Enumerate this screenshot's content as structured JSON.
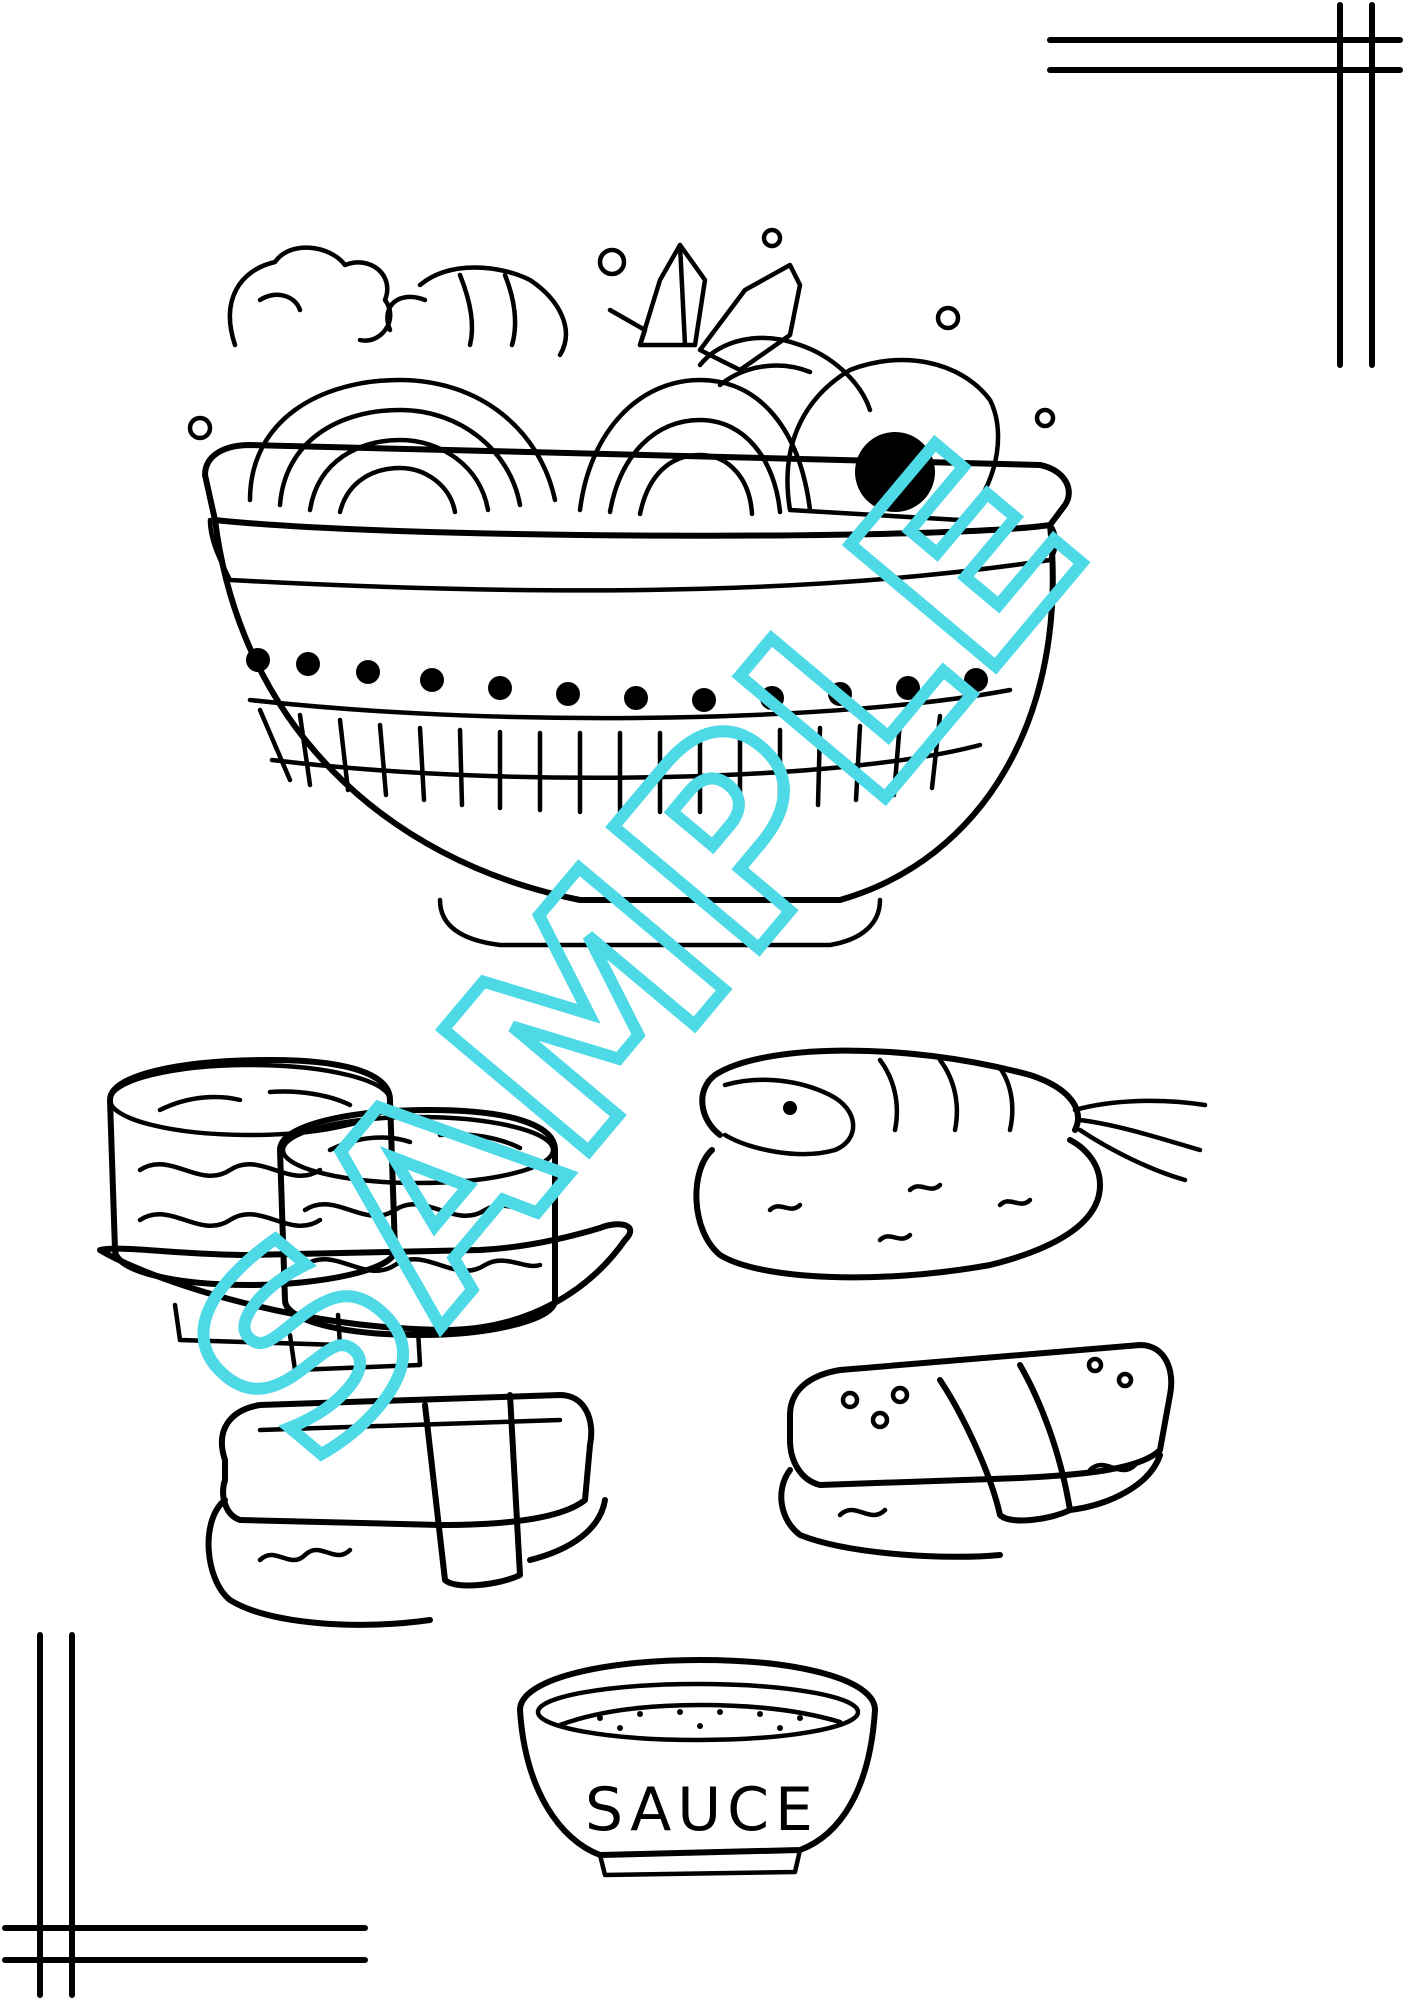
{
  "sauce_label": "SAUCE",
  "watermark_text": "SAMPLE",
  "colors": {
    "ink": "#000000",
    "watermark": "#4dd9e6",
    "background": "#ffffff"
  },
  "items": [
    "noodle-bowl",
    "sushi-roll-plate",
    "shrimp-nigiri",
    "tamago-nigiri-left",
    "tamago-nigiri-right",
    "sauce-dish"
  ],
  "icons": [
    "corner-frame-top-right-icon",
    "corner-frame-bottom-left-icon"
  ]
}
